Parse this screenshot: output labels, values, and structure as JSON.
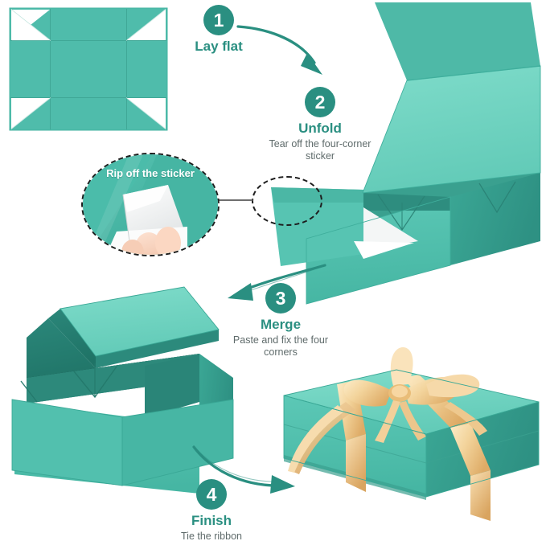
{
  "page": {
    "title": "Gift Box Assembly Instructions",
    "background": "#ffffff"
  },
  "theme": {
    "teal_dark": "#2a8f81",
    "teal_mid": "#4db8a6",
    "teal_light": "#6fd2c0",
    "teal_shadow": "#1f7d70",
    "box_face": "#57c4b2",
    "box_top": "#79d8c6",
    "box_side": "#3aa896",
    "box_inner": "#2f8a7c",
    "ribbon_light": "#fbe2b8",
    "ribbon_mid": "#f0cd91",
    "ribbon_dark": "#dfae6a",
    "text_gray": "#5f6b6b",
    "dash_black": "#1d1d1d",
    "connector_gray": "#6e6e6e",
    "white": "#ffffff"
  },
  "steps": [
    {
      "number": "1",
      "title": "Lay flat",
      "subtitle": ""
    },
    {
      "number": "2",
      "title": "Unfold",
      "subtitle": "Tear off the four-corner sticker"
    },
    {
      "number": "3",
      "title": "Merge",
      "subtitle": "Paste and fix the four corners"
    },
    {
      "number": "4",
      "title": "Finish",
      "subtitle": "Tie the ribbon"
    }
  ],
  "callout": {
    "caption": "Rip off the sticker"
  },
  "illustrations": {
    "flat_pattern": "flat-box-template-with-four-white-corner-cutouts",
    "open_box_unfolded": "teal-gift-box-lid-open-flaps-unfolded",
    "open_box_merged": "teal-gift-box-lid-open-corners-merged",
    "finished_box": "teal-gift-box-closed-with-gold-ribbon-bow"
  }
}
